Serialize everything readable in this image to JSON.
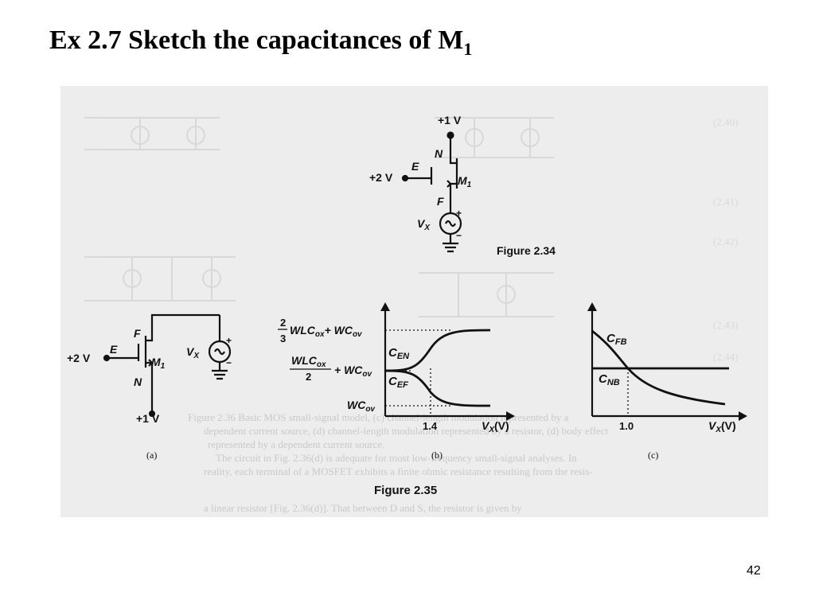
{
  "slide": {
    "title_prefix": "Ex 2.7 Sketch the capacitances of M",
    "title_sub": "1",
    "page_number": "42"
  },
  "fig234": {
    "caption": "Figure 2.34",
    "supply": "+1 V",
    "gate_voltage": "+2 V",
    "node_n": "N",
    "node_e": "E",
    "node_f": "F",
    "transistor": "M",
    "transistor_sub": "1",
    "source_label": "V",
    "source_sub": "X",
    "plus": "+",
    "minus": "−"
  },
  "fig235": {
    "caption": "Figure 2.35",
    "a": {
      "sub_caption": "(a)",
      "node_f": "F",
      "node_e": "E",
      "node_n": "N",
      "gate_voltage": "+2 V",
      "bottom_voltage": "+1 V",
      "transistor": "M",
      "transistor_sub": "1",
      "source_label": "V",
      "source_sub": "X",
      "plus": "+",
      "minus": "−"
    },
    "b": {
      "sub_caption": "(b)",
      "level_top_frac_num": "2",
      "level_top_frac_den": "3",
      "level_top_expr": "WLC",
      "level_top_sub1": "ox",
      "level_top_plus": "+ WC",
      "level_top_sub2": "ov",
      "level_mid_num": "WLC",
      "level_mid_num_sub": "ox",
      "level_mid_den": "2",
      "level_mid_plus": "+ WC",
      "level_mid_sub": "ov",
      "level_low": "WC",
      "level_low_sub": "ov",
      "curve_upper": "C",
      "curve_upper_sub": "EN",
      "curve_lower": "C",
      "curve_lower_sub": "EF",
      "x_tick": "1.4",
      "x_label": "V",
      "x_label_sub": "X",
      "x_unit": "(V)"
    },
    "c": {
      "sub_caption": "(c)",
      "curve_falling": "C",
      "curve_falling_sub": "FB",
      "curve_flat": "C",
      "curve_flat_sub": "NB",
      "x_tick": "1.0",
      "x_label": "V",
      "x_label_sub": "X",
      "x_unit": "(V)"
    }
  },
  "background_text": {
    "line1": "Figure 2.36 Basic MOS small-signal model, (c) channel-length modulation represented by a",
    "line2": "dependent current source, (d) channel-length modulation represented by a resistor, (d) body effect",
    "line3": "represented by a dependent current source.",
    "line4": "The circuit in Fig. 2.36(d) is adequate for most low-frequency small-signal analyses. In",
    "line5": "reality, each terminal of a MOSFET exhibits a finite ohmic resistance resulting from the resis-",
    "line6": "a linear resistor [Fig. 2.36(d)]. That between D and S, the resistor is given by"
  }
}
